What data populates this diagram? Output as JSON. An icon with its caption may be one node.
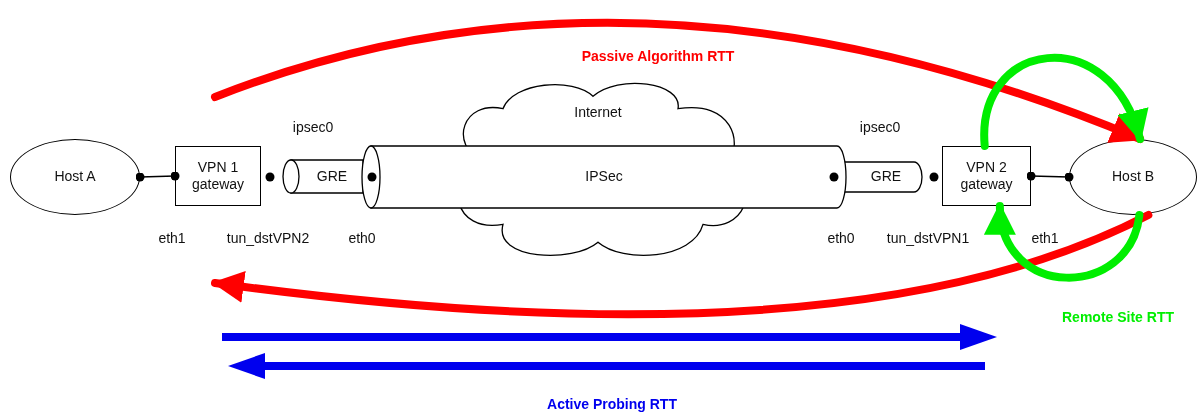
{
  "diagram": {
    "nodes": [
      {
        "text": [
          "Host A"
        ]
      },
      {
        "text": [
          "VPN 1 gateway"
        ]
      },
      {
        "text": [
          "GRE"
        ]
      },
      {
        "text": [
          "Internet"
        ]
      },
      {
        "text": [
          "IPSec"
        ]
      },
      {
        "text": [
          "GRE"
        ]
      },
      {
        "text": [
          "VPN 2 gateway"
        ]
      },
      {
        "text": [
          "Host B"
        ]
      }
    ],
    "edges": [
      {
        "from": 0,
        "to": 1,
        "arrow": "other"
      },
      {
        "from": 6,
        "to": 7,
        "arrow": "other"
      },
      {
        "from": null,
        "to": 7,
        "arrow": "to",
        "label": "Passive Algorithm RTT",
        "color": "#ff0000"
      },
      {
        "from": 7,
        "to": null,
        "arrow": "to",
        "color": "#ff0000"
      },
      {
        "from": 6,
        "to": 7,
        "arrow": "to",
        "color": "#00ee00"
      },
      {
        "from": 7,
        "to": 6,
        "arrow": "to",
        "label": "Remote Site RTT",
        "color": "#00ee00"
      }
    ],
    "labels": [
      "ipsec0",
      "ipsec0",
      "eth1",
      "tun_dstVPN2",
      "eth0",
      "eth0",
      "tun_dstVPN1",
      "eth1",
      "Active Probing RTT"
    ]
  }
}
